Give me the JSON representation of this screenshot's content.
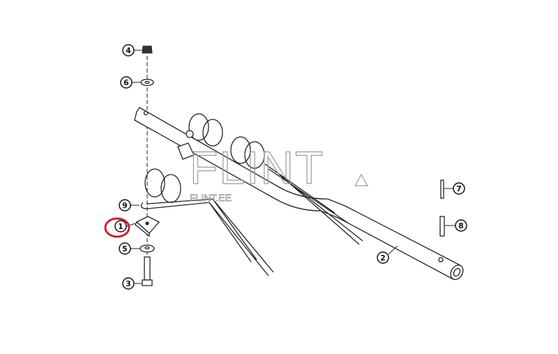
{
  "callouts": [
    {
      "number": "1",
      "highlighted": true
    },
    {
      "number": "2"
    },
    {
      "number": "3"
    },
    {
      "number": "4"
    },
    {
      "number": "5"
    },
    {
      "number": "6"
    },
    {
      "number": "7"
    },
    {
      "number": "8"
    },
    {
      "number": "9"
    }
  ],
  "watermark": {
    "brand": "FLINT",
    "site": "FLINT.EE"
  },
  "colors": {
    "highlight": "#d0202a",
    "line": "#222222",
    "watermark": "#9a9a9a"
  }
}
